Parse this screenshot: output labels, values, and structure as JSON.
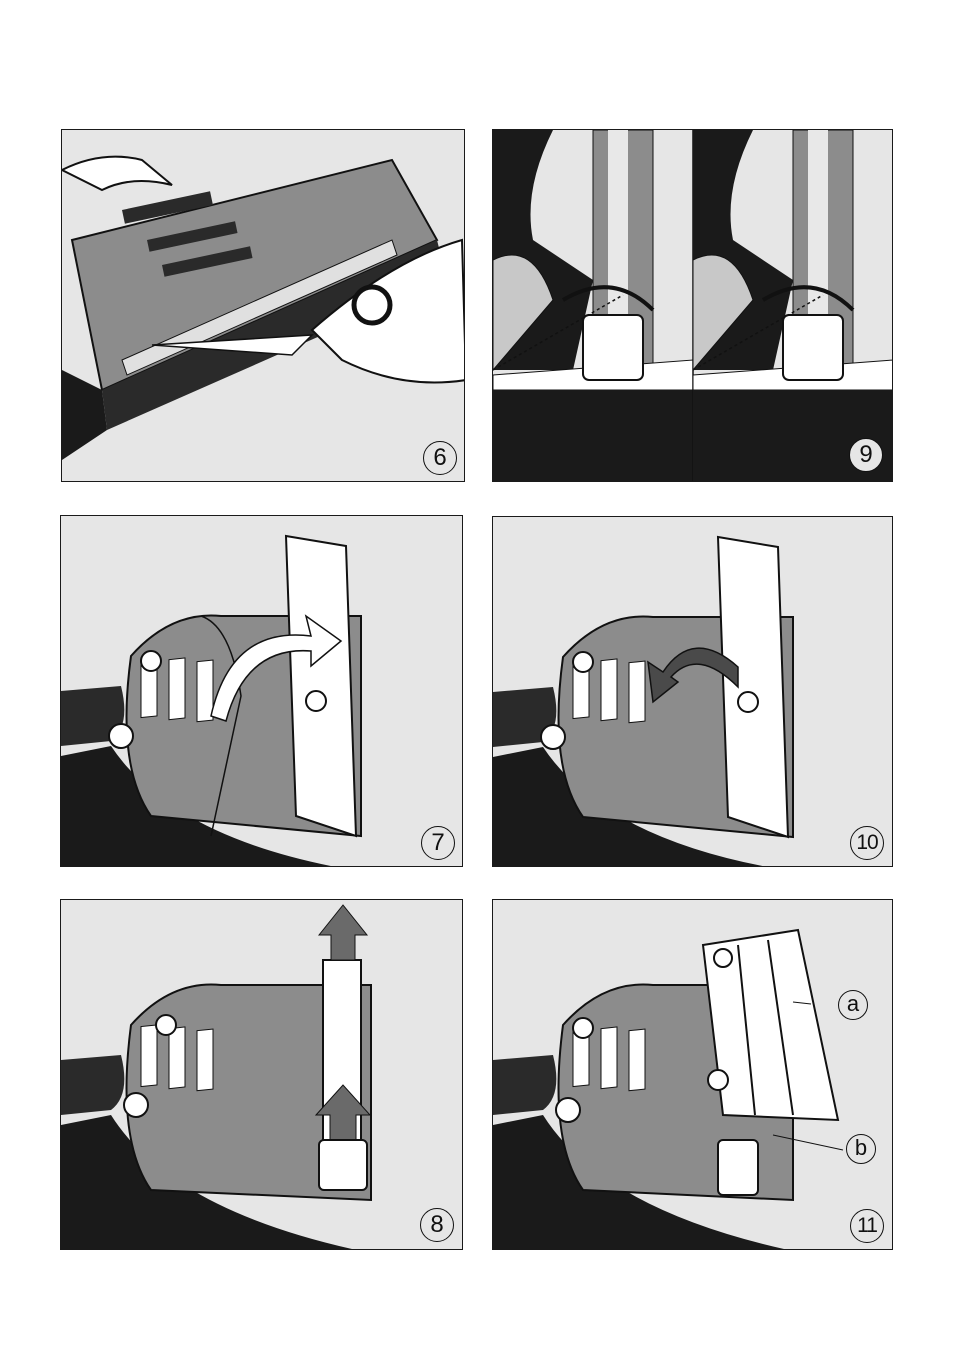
{
  "figures": [
    {
      "id": "fig6",
      "number": "6"
    },
    {
      "id": "fig9",
      "number": "9"
    },
    {
      "id": "fig7",
      "number": "7"
    },
    {
      "id": "fig10",
      "number": "10"
    },
    {
      "id": "fig8",
      "number": "8"
    },
    {
      "id": "fig11",
      "number": "11"
    }
  ],
  "callouts": {
    "a": "a",
    "b": "b"
  },
  "colors": {
    "panel_bg": "#e6e6e6",
    "dark": "#1a1a1a",
    "mid_gray": "#8c8c8c",
    "light_gray": "#c8c8c8"
  }
}
